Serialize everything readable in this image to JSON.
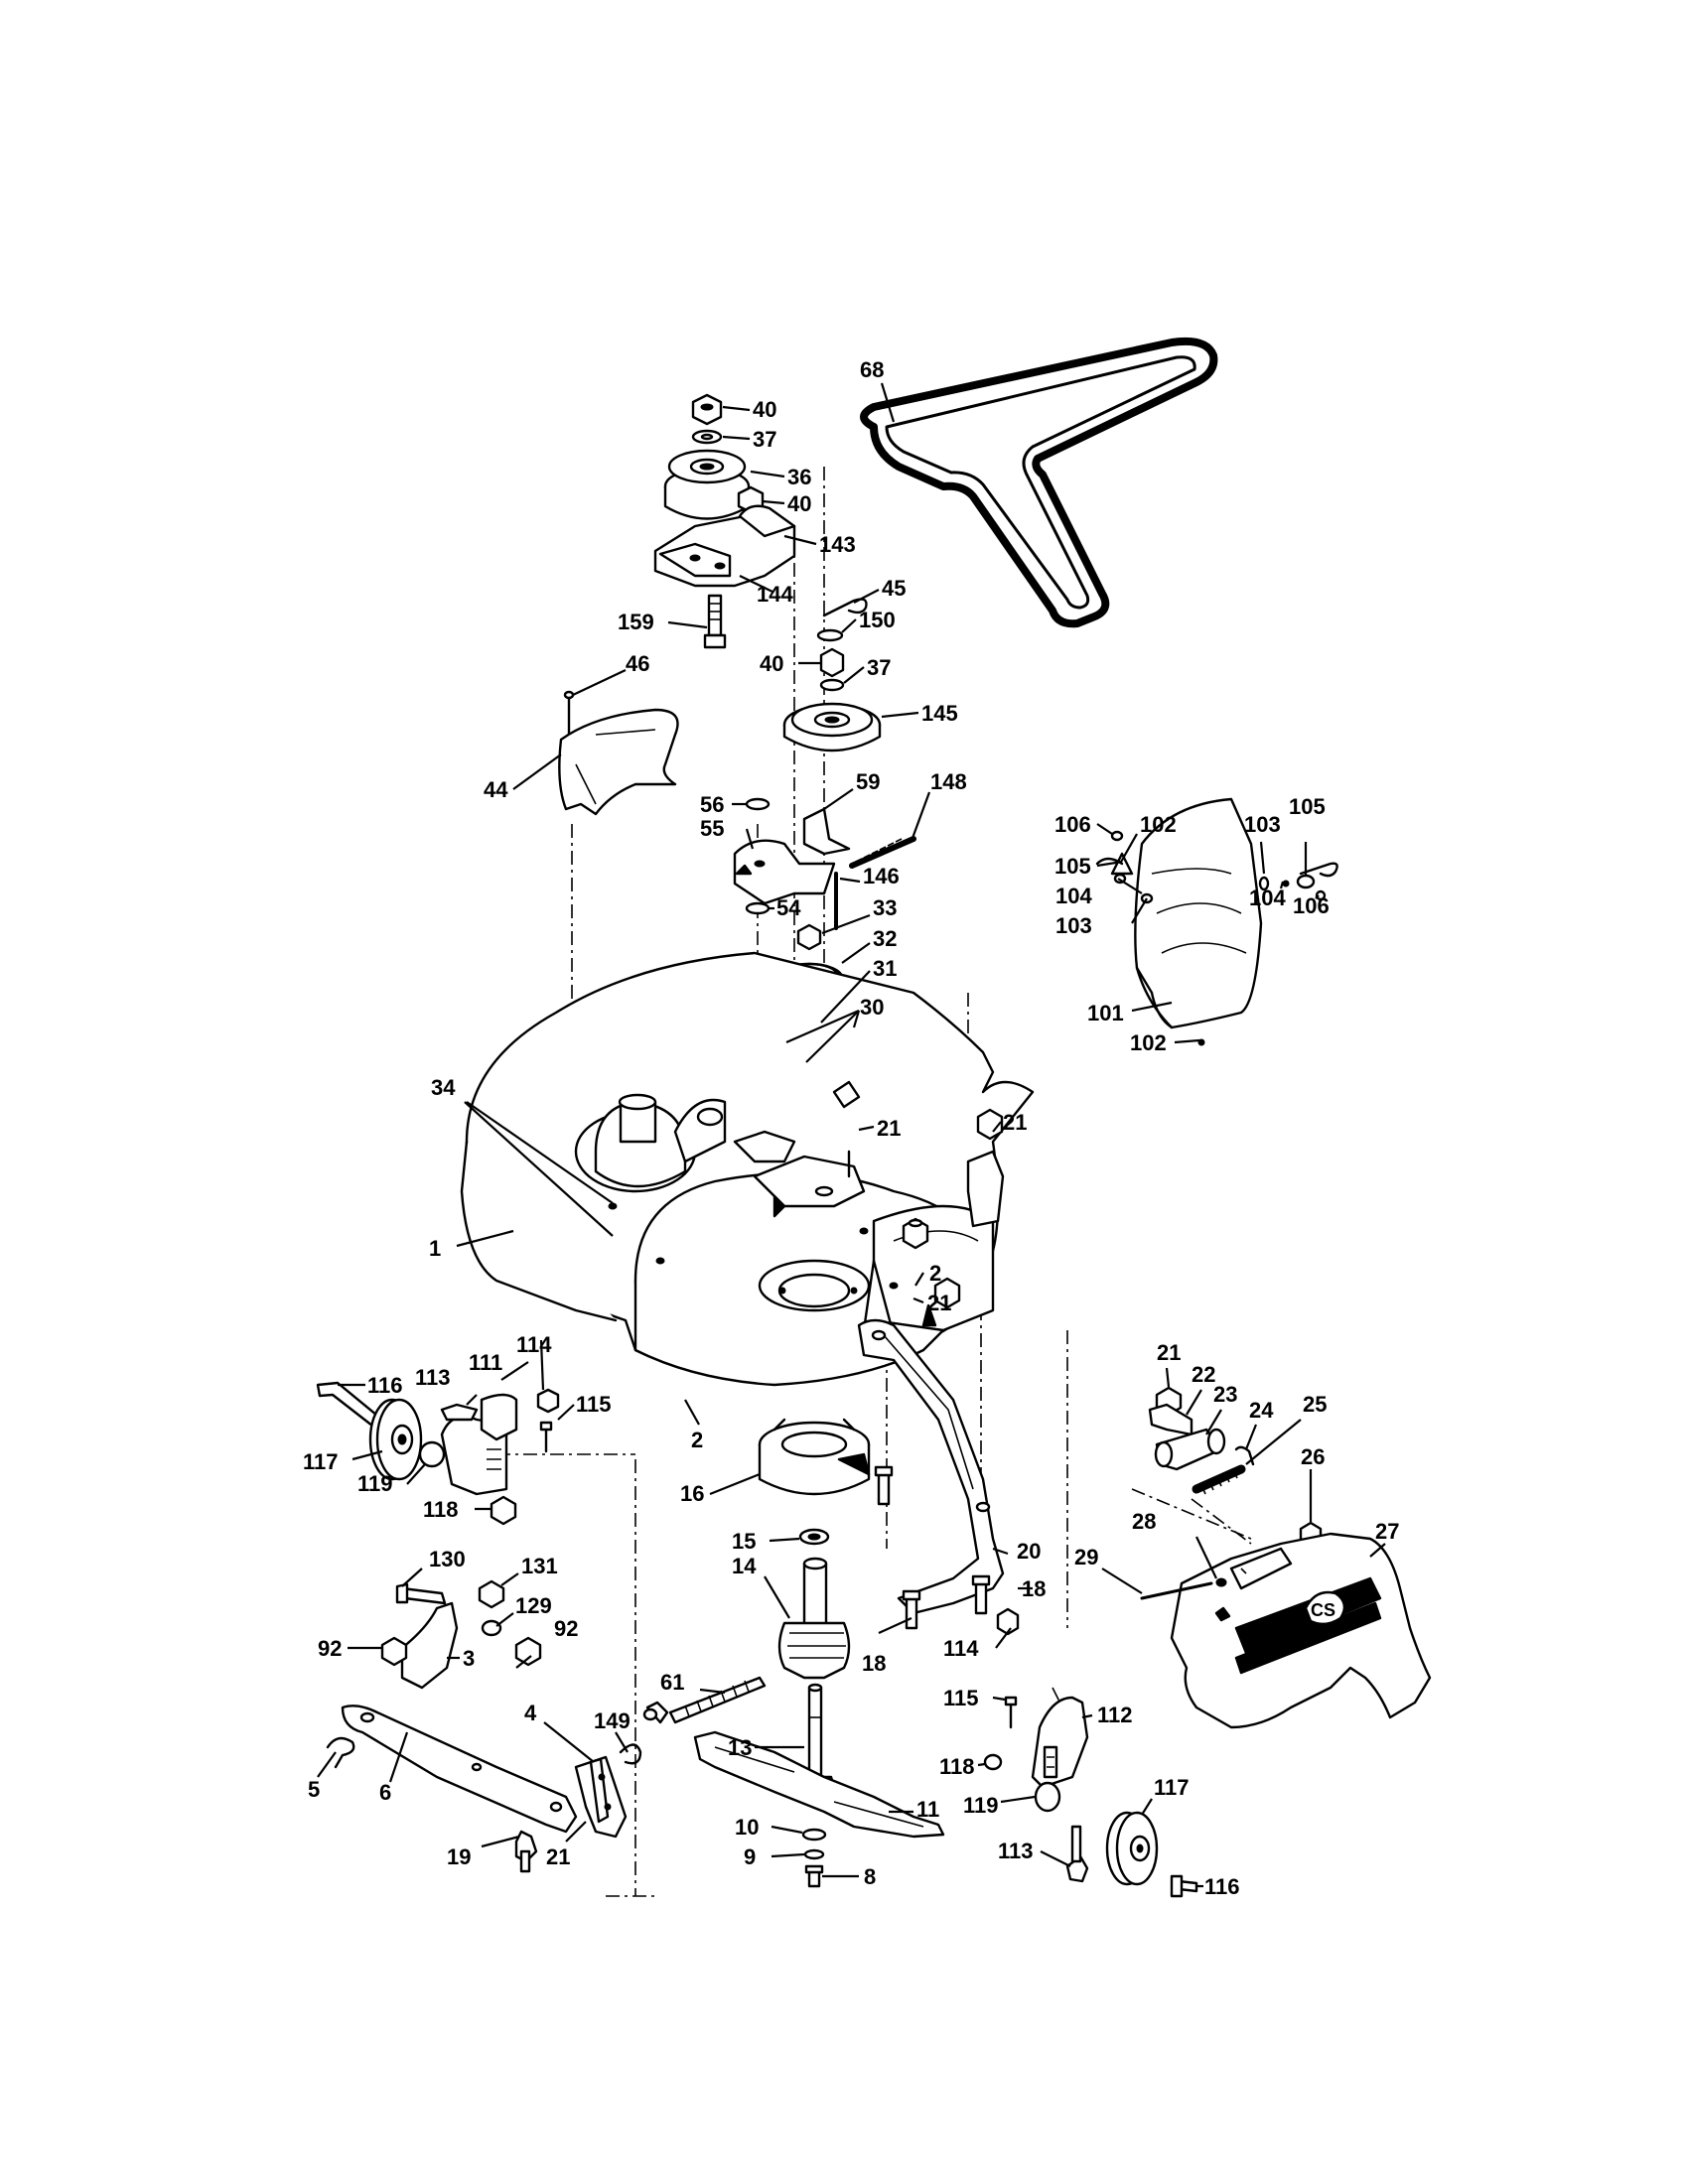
{
  "diagram": {
    "callouts": [
      {
        "id": "c68",
        "label": "68"
      },
      {
        "id": "c40a",
        "label": "40"
      },
      {
        "id": "c37a",
        "label": "37"
      },
      {
        "id": "c36",
        "label": "36"
      },
      {
        "id": "c40b",
        "label": "40"
      },
      {
        "id": "c143",
        "label": "143"
      },
      {
        "id": "c144",
        "label": "144"
      },
      {
        "id": "c159",
        "label": "159"
      },
      {
        "id": "c45",
        "label": "45"
      },
      {
        "id": "c150",
        "label": "150"
      },
      {
        "id": "c40c",
        "label": "40"
      },
      {
        "id": "c37b",
        "label": "37"
      },
      {
        "id": "c145",
        "label": "145"
      },
      {
        "id": "c46",
        "label": "46"
      },
      {
        "id": "c44",
        "label": "44"
      },
      {
        "id": "c56",
        "label": "56"
      },
      {
        "id": "c59",
        "label": "59"
      },
      {
        "id": "c148",
        "label": "148"
      },
      {
        "id": "c55",
        "label": "55"
      },
      {
        "id": "c146",
        "label": "146"
      },
      {
        "id": "c54",
        "label": "54"
      },
      {
        "id": "c33",
        "label": "33"
      },
      {
        "id": "c32",
        "label": "32"
      },
      {
        "id": "c31",
        "label": "31"
      },
      {
        "id": "c30",
        "label": "30"
      },
      {
        "id": "c106a",
        "label": "106"
      },
      {
        "id": "c102a",
        "label": "102"
      },
      {
        "id": "c103a",
        "label": "103"
      },
      {
        "id": "c105a",
        "label": "105"
      },
      {
        "id": "c105b",
        "label": "105"
      },
      {
        "id": "c104a",
        "label": "104"
      },
      {
        "id": "c103b",
        "label": "103"
      },
      {
        "id": "c104b",
        "label": "104"
      },
      {
        "id": "c106b",
        "label": "106"
      },
      {
        "id": "c101",
        "label": "101"
      },
      {
        "id": "c102b",
        "label": "102"
      },
      {
        "id": "c34",
        "label": "34"
      },
      {
        "id": "c21a",
        "label": "21"
      },
      {
        "id": "c21b",
        "label": "21"
      },
      {
        "id": "c1",
        "label": "1"
      },
      {
        "id": "c2a",
        "label": "2"
      },
      {
        "id": "c21c",
        "label": "21"
      },
      {
        "id": "c2b",
        "label": "2"
      },
      {
        "id": "c116a",
        "label": "116"
      },
      {
        "id": "c113a",
        "label": "113"
      },
      {
        "id": "c111",
        "label": "111"
      },
      {
        "id": "c114a",
        "label": "114"
      },
      {
        "id": "c115a",
        "label": "115"
      },
      {
        "id": "c117a",
        "label": "117"
      },
      {
        "id": "c119a",
        "label": "119"
      },
      {
        "id": "c118a",
        "label": "118"
      },
      {
        "id": "c16",
        "label": "16"
      },
      {
        "id": "c15",
        "label": "15"
      },
      {
        "id": "c14",
        "label": "14"
      },
      {
        "id": "c20",
        "label": "20"
      },
      {
        "id": "c18a",
        "label": "18"
      },
      {
        "id": "c18b",
        "label": "18"
      },
      {
        "id": "c114b",
        "label": "114"
      },
      {
        "id": "c21d",
        "label": "21"
      },
      {
        "id": "c22",
        "label": "22"
      },
      {
        "id": "c23",
        "label": "23"
      },
      {
        "id": "c24",
        "label": "24"
      },
      {
        "id": "c25",
        "label": "25"
      },
      {
        "id": "c26",
        "label": "26"
      },
      {
        "id": "c27",
        "label": "27"
      },
      {
        "id": "c28",
        "label": "28"
      },
      {
        "id": "c29",
        "label": "29"
      },
      {
        "id": "c130",
        "label": "130"
      },
      {
        "id": "c131",
        "label": "131"
      },
      {
        "id": "c129",
        "label": "129"
      },
      {
        "id": "c92a",
        "label": "92"
      },
      {
        "id": "c92b",
        "label": "92"
      },
      {
        "id": "c3",
        "label": "3"
      },
      {
        "id": "c5",
        "label": "5"
      },
      {
        "id": "c6",
        "label": "6"
      },
      {
        "id": "c4",
        "label": "4"
      },
      {
        "id": "c149",
        "label": "149"
      },
      {
        "id": "c61",
        "label": "61"
      },
      {
        "id": "c21e",
        "label": "21"
      },
      {
        "id": "c19",
        "label": "19"
      },
      {
        "id": "c13",
        "label": "13"
      },
      {
        "id": "c11",
        "label": "11"
      },
      {
        "id": "c10",
        "label": "10"
      },
      {
        "id": "c9",
        "label": "9"
      },
      {
        "id": "c8",
        "label": "8"
      },
      {
        "id": "c115b",
        "label": "115"
      },
      {
        "id": "c112",
        "label": "112"
      },
      {
        "id": "c118b",
        "label": "118"
      },
      {
        "id": "c119b",
        "label": "119"
      },
      {
        "id": "c117b",
        "label": "117"
      },
      {
        "id": "c113b",
        "label": "113"
      },
      {
        "id": "c116b",
        "label": "116"
      }
    ]
  }
}
